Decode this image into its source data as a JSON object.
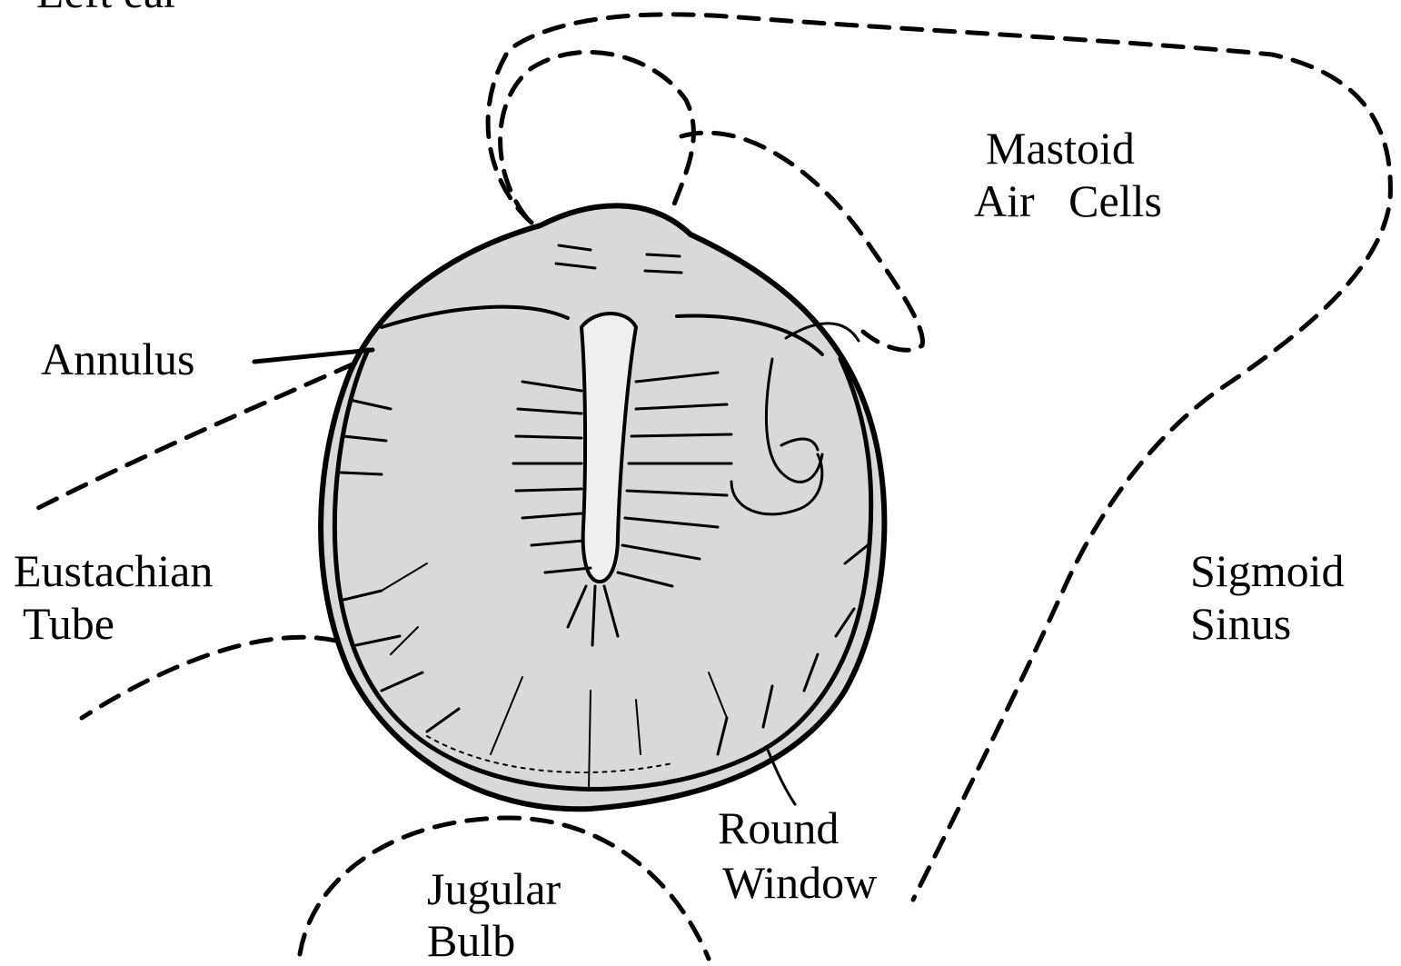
{
  "title_partial": "Left ear",
  "labels": {
    "mastoid_line1": "Mastoid",
    "mastoid_line2": "Air   Cells",
    "annulus": "Annulus",
    "eustachian_line1": "Eustachian",
    "eustachian_line2": "Tube",
    "sigmoid_line1": "Sigmoid",
    "sigmoid_line2": "Sinus",
    "round_line1": "Round",
    "round_line2": "Window",
    "jugular_line1": "Jugular",
    "jugular_line2": "Bulb"
  },
  "colors": {
    "ink": "#000000",
    "membrane_fill": "#d9d9d9",
    "background": "#ffffff"
  }
}
